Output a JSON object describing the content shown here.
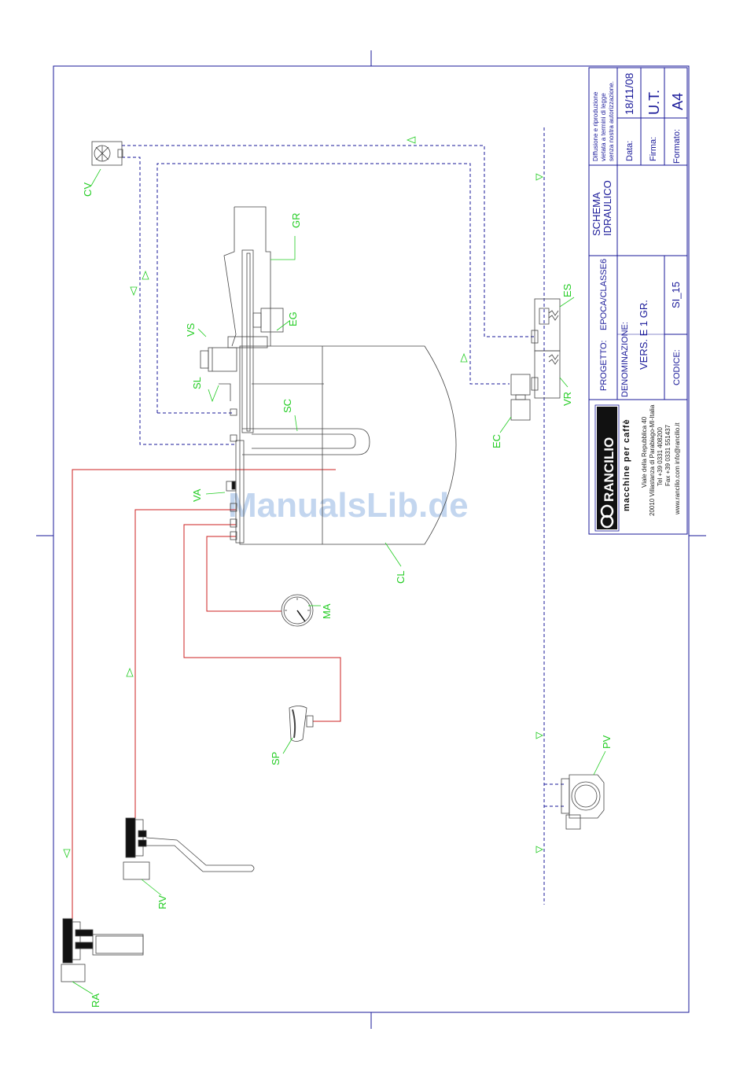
{
  "colors": {
    "frame": "#1a1a99",
    "hot_water_line": "#cc2222",
    "cold_water_line": "#1a1a99",
    "labels": "#22cc22",
    "component": "#444444",
    "watermark": "#c3d6ef"
  },
  "components": [
    {
      "id": "cv",
      "label": "CV"
    },
    {
      "id": "gr",
      "label": "GR"
    },
    {
      "id": "eg",
      "label": "EG"
    },
    {
      "id": "vs",
      "label": "VS"
    },
    {
      "id": "sl",
      "label": "SL"
    },
    {
      "id": "sc",
      "label": "SC"
    },
    {
      "id": "va",
      "label": "VA"
    },
    {
      "id": "cl",
      "label": "CL"
    },
    {
      "id": "ma",
      "label": "MA"
    },
    {
      "id": "sp",
      "label": "SP"
    },
    {
      "id": "rv",
      "label": "RV"
    },
    {
      "id": "ra",
      "label": "RA"
    },
    {
      "id": "es",
      "label": "ES"
    },
    {
      "id": "vr",
      "label": "VR"
    },
    {
      "id": "ec",
      "label": "EC"
    },
    {
      "id": "pv",
      "label": "PV"
    }
  ],
  "title_block": {
    "notice": [
      "Diffusione e riproduzione",
      "vietata a termini di legge",
      "senza nostra autorizzazione."
    ],
    "date_label": "Data:",
    "date_value": "18/11/08",
    "signature_label": "Firma:",
    "signature_value": "U.T.",
    "format_label": "Formato:",
    "format_value": "A4",
    "schema": [
      "SCHEMA",
      "IDRAULICO"
    ],
    "project_label": "PROGETTO:",
    "project_value": "EPOCA/CLASSE6",
    "denomination_label": "DENOMINAZIONE:",
    "denomination_value": "VERS.  E  1 GR.",
    "code_label": "CODICE:",
    "code_value": "SI_15",
    "brand": "RANCILIO",
    "tagline": "macchine per caffè",
    "address": [
      "Viale della Repubblica 40",
      "20010 Villastanza di Parabiago-MI-Italia",
      "Tel +39 0331 408200",
      "Fax +39 0331 551437",
      "www.rancilio.com    info@rancilio.it"
    ]
  },
  "watermark": "ManualsLib.de"
}
